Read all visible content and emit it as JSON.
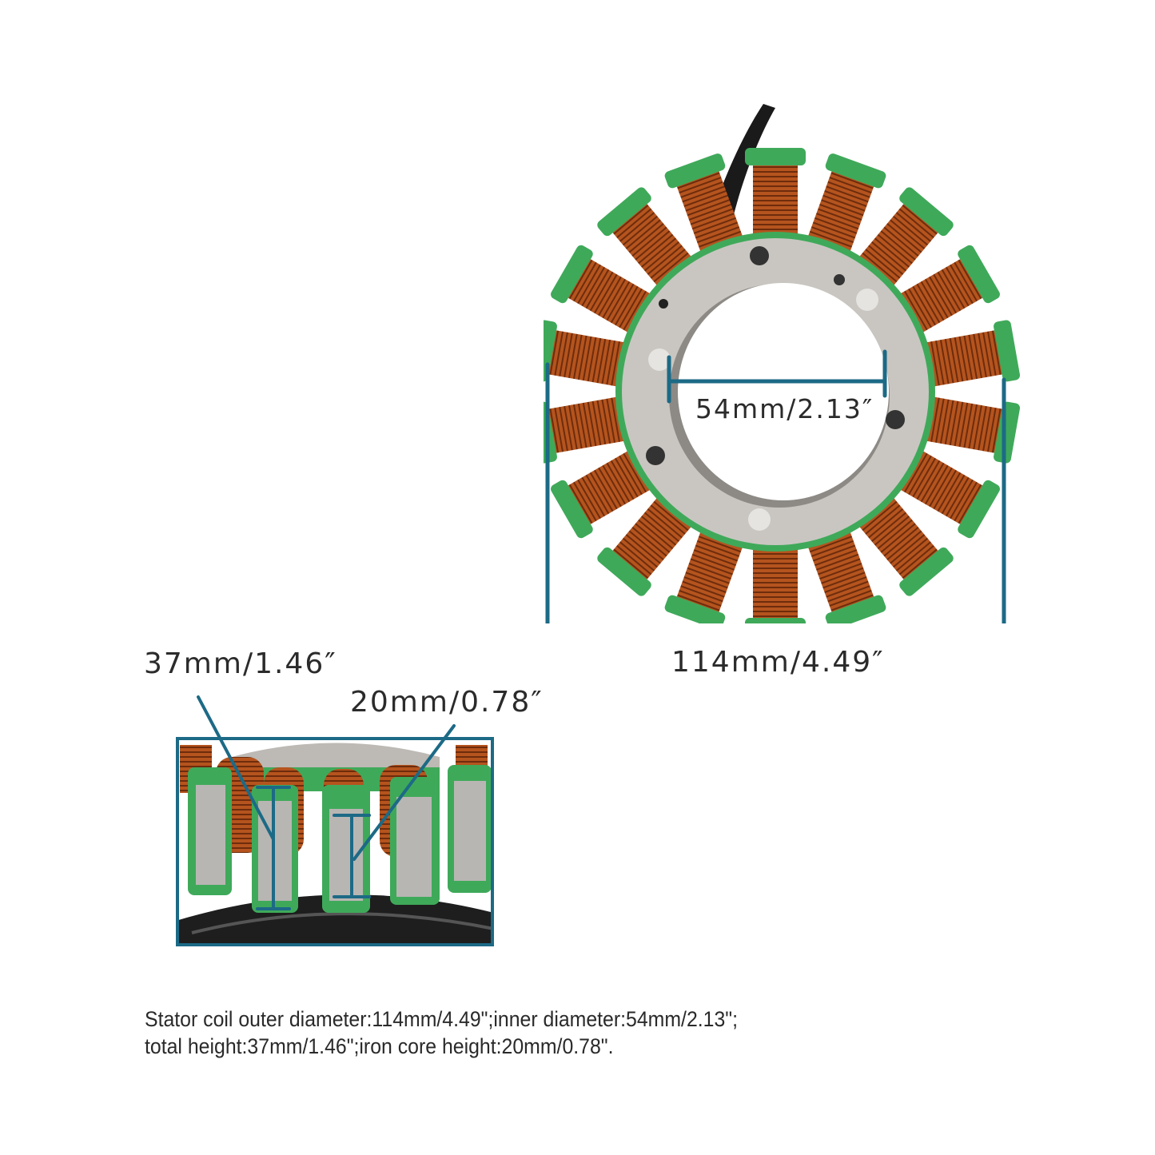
{
  "colors": {
    "dimension_line": "#1c6a86",
    "coil_copper": "#b5541e",
    "insulation_green": "#3fa95a",
    "core_steel": "#c9c6c1",
    "label_text": "#2b2b2b"
  },
  "top_view": {
    "outer_diameter_label": "114mm/4.49″",
    "inner_diameter_label": "54mm/2.13″",
    "pole_count": 18
  },
  "side_view": {
    "total_height_label": "37mm/1.46″",
    "core_height_label": "20mm/0.78″"
  },
  "caption": {
    "line1": "Stator coil outer diameter:114mm/4.49\";inner diameter:54mm/2.13\";",
    "line2": "total height:37mm/1.46\";iron core height:20mm/0.78\"."
  }
}
